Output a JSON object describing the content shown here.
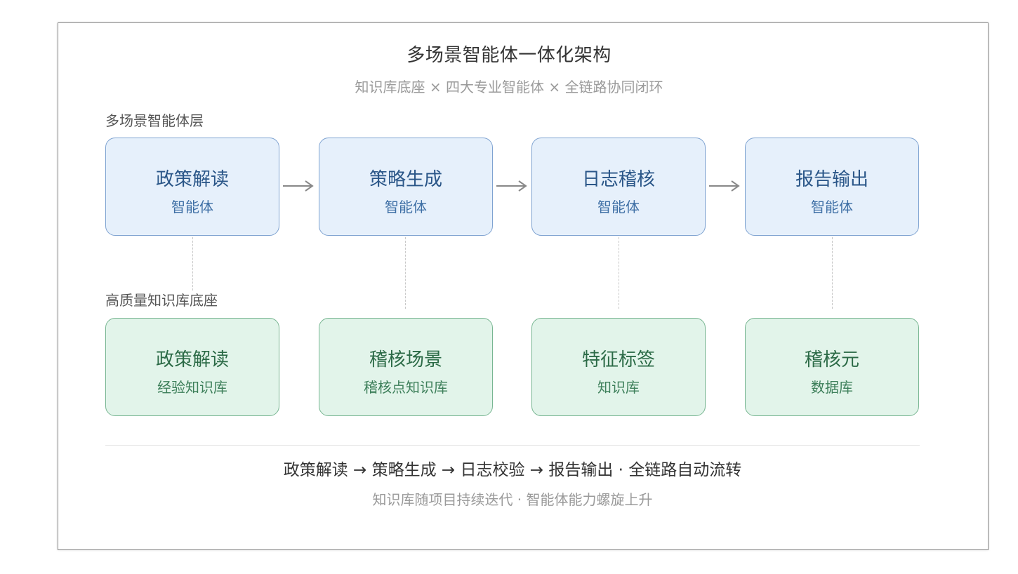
{
  "title": "多场景智能体一体化架构",
  "subtitle": "知识库底座 × 四大专业智能体 × 全链路协同闭环",
  "agent_layer": {
    "label": "多场景智能体层",
    "boxes": [
      {
        "main": "政策解读",
        "sub": "智能体"
      },
      {
        "main": "策略生成",
        "sub": "智能体"
      },
      {
        "main": "日志稽核",
        "sub": "智能体"
      },
      {
        "main": "报告输出",
        "sub": "智能体"
      }
    ]
  },
  "kb_layer": {
    "label": "高质量知识库底座",
    "boxes": [
      {
        "main": "政策解读",
        "sub": "经验知识库"
      },
      {
        "main": "稽核场景",
        "sub": "稽核点知识库"
      },
      {
        "main": "特征标签",
        "sub": "知识库"
      },
      {
        "main": "稽核元",
        "sub": "数据库"
      }
    ]
  },
  "footer": {
    "main": "政策解读 → 策略生成 → 日志校验 → 报告输出 · 全链路自动流转",
    "sub": "知识库随项目持续迭代 · 智能体能力螺旋上升"
  },
  "colors": {
    "agent_fill": "#e6f0fb",
    "agent_border": "#7fa3d1",
    "kb_fill": "#e2f4ea",
    "kb_border": "#78b692",
    "arrow": "#888888"
  }
}
